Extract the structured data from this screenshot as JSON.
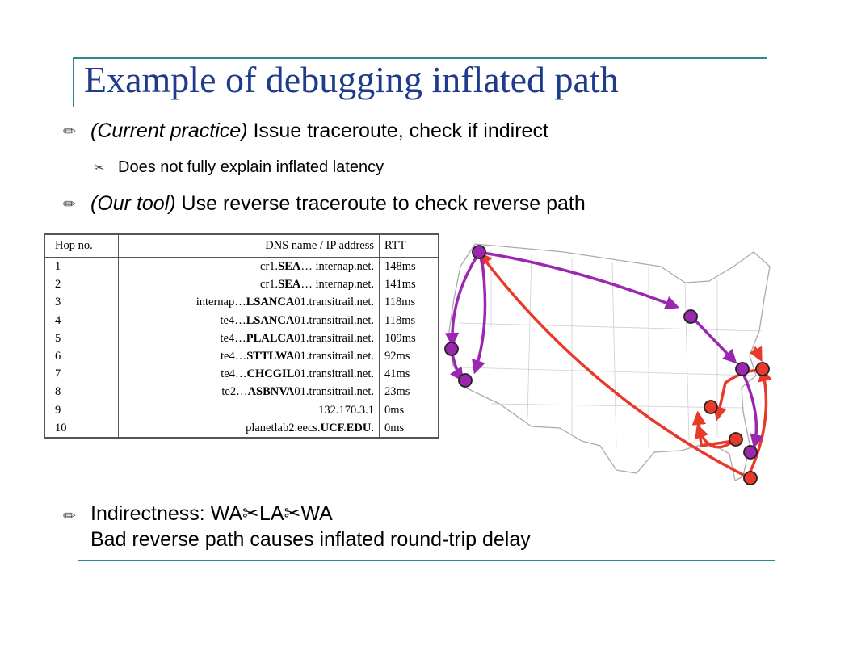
{
  "title": "Example of debugging inflated path",
  "bullets": {
    "b1_italic": "(Current practice)",
    "b1_rest": " Issue traceroute, check if indirect",
    "b1_sub": "Does not fully explain inflated latency",
    "b2_italic": "(Our tool)",
    "b2_rest": " Use reverse traceroute to check reverse path",
    "b3_line1": "Indirectness: WA✂LA✂WA",
    "b3_line2": "Bad reverse path causes inflated round-trip delay"
  },
  "icons": {
    "bullet": "pencil-icon",
    "sub_bullet": "scissors-icon"
  },
  "table": {
    "headers": [
      "Hop no.",
      "DNS name / IP address",
      "RTT"
    ],
    "rows": [
      {
        "hop": "1",
        "pre": "cr1.",
        "bold": "SEA",
        "post": "… internap.net.",
        "rtt": "148ms"
      },
      {
        "hop": "2",
        "pre": "cr1.",
        "bold": "SEA",
        "post": "… internap.net.",
        "rtt": "141ms"
      },
      {
        "hop": "3",
        "pre": "internap…",
        "bold": "LSANCA",
        "post": "01.transitrail.net.",
        "rtt": "118ms"
      },
      {
        "hop": "4",
        "pre": "te4…",
        "bold": "LSANCA",
        "post": "01.transitrail.net.",
        "rtt": "118ms"
      },
      {
        "hop": "5",
        "pre": "te4…",
        "bold": "PLALCA",
        "post": "01.transitrail.net.",
        "rtt": "109ms"
      },
      {
        "hop": "6",
        "pre": "te4…",
        "bold": "STTLWA",
        "post": "01.transitrail.net.",
        "rtt": "92ms"
      },
      {
        "hop": "7",
        "pre": "te4…",
        "bold": "CHCGIL",
        "post": "01.transitrail.net.",
        "rtt": "41ms"
      },
      {
        "hop": "8",
        "pre": "te2…",
        "bold": "ASBNVA",
        "post": "01.transitrail.net.",
        "rtt": "23ms"
      },
      {
        "hop": "9",
        "pre": "132.170.3.1",
        "bold": "",
        "post": "",
        "rtt": "0ms"
      },
      {
        "hop": "10",
        "pre": "planetlab2.eecs.",
        "bold": "UCF.EDU",
        "post": ".",
        "rtt": "0ms"
      }
    ]
  },
  "colors": {
    "title": "#1f3c8c",
    "accent_line": "#2e8b8b",
    "forward_path": "#9b27b0",
    "reverse_path": "#e8392a"
  }
}
